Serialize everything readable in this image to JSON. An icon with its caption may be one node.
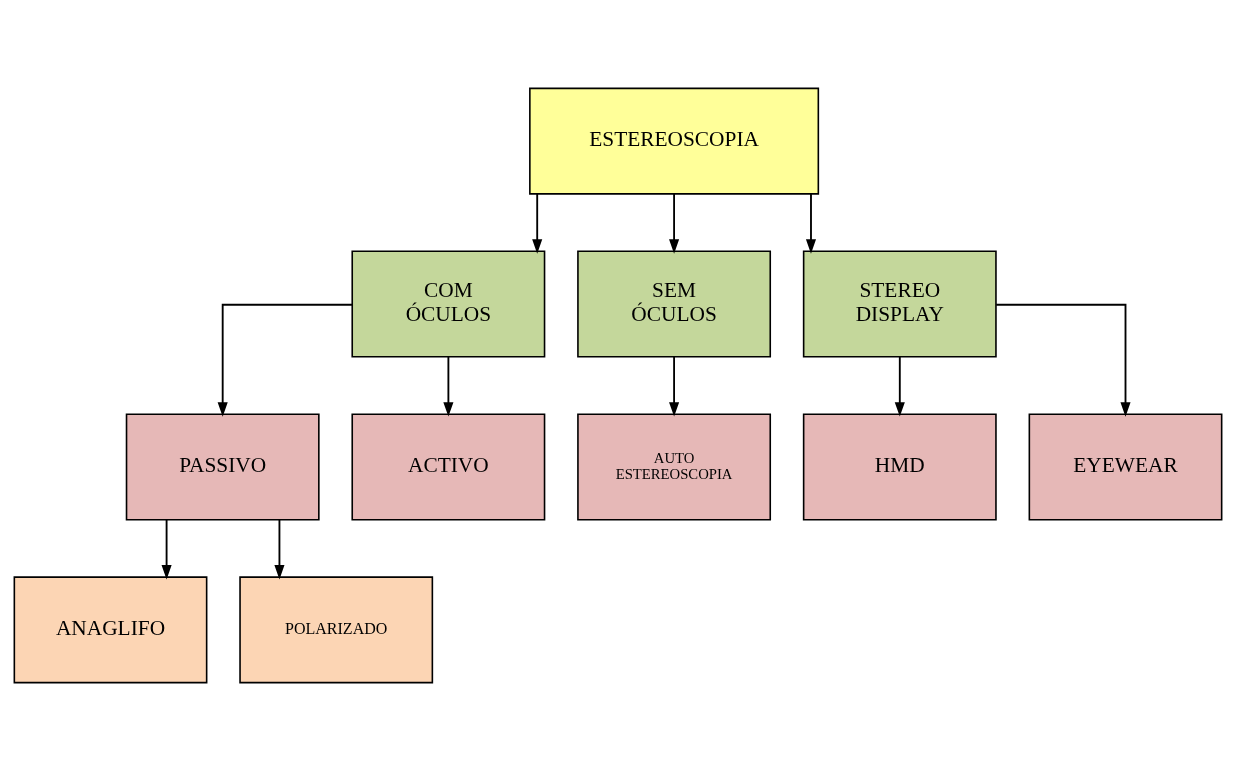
{
  "diagram": {
    "nodes": [
      {
        "text": [
          "ESTEREOSCOPIA"
        ]
      },
      {
        "text": [
          "COM ÓCULOS"
        ]
      },
      {
        "text": [
          "SEM ÓCULOS"
        ]
      },
      {
        "text": [
          "STEREO DISPLAY"
        ]
      },
      {
        "text": [
          "PASSIVO"
        ]
      },
      {
        "text": [
          "ACTIVO"
        ]
      },
      {
        "text": [
          "AUTO ESTEREOSCOPIA"
        ]
      },
      {
        "text": [
          "HMD"
        ]
      },
      {
        "text": [
          "EYEWEAR"
        ]
      },
      {
        "text": [
          "ANAGLIFO"
        ]
      },
      {
        "text": [
          "POLARIZADO"
        ]
      }
    ],
    "edges": [
      {
        "from": 0,
        "to": 1,
        "arrow": "to"
      },
      {
        "from": 0,
        "to": 2,
        "arrow": "to"
      },
      {
        "from": 0,
        "to": 3,
        "arrow": "to"
      },
      {
        "from": 1,
        "to": 4,
        "arrow": "to"
      },
      {
        "from": 1,
        "to": 5,
        "arrow": "to"
      },
      {
        "from": 2,
        "to": 6,
        "arrow": "to"
      },
      {
        "from": 3,
        "to": 7,
        "arrow": "to"
      },
      {
        "from": 3,
        "to": 8,
        "arrow": "to"
      },
      {
        "from": 4,
        "to": 9,
        "arrow": "to"
      },
      {
        "from": 4,
        "to": 10,
        "arrow": "to"
      }
    ]
  }
}
